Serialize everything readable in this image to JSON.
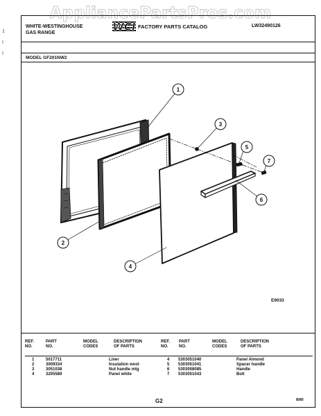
{
  "watermark": "AppliancePartsPros.com",
  "header": {
    "brand_line1": "WHITE-WESTINGHOUSE",
    "brand_line2": "GAS RANGE",
    "catalog_title": "FACTORY PARTS CATALOG",
    "catalog_number": "LW32490126",
    "logo_text": "WCI"
  },
  "model_label": "MODEL GF201NW2",
  "figure_code": "E9033",
  "callouts": [
    "1",
    "2",
    "3",
    "4",
    "5",
    "6",
    "7"
  ],
  "table": {
    "headers": {
      "ref_no": "REF. NO.",
      "part_no": "PART NO.",
      "model_codes": "MODEL CODES",
      "description": "DESCRIPTION OF PARTS"
    },
    "left": [
      {
        "ref": "1",
        "part": "5017711",
        "desc": "Liner"
      },
      {
        "ref": "2",
        "part": "3009334",
        "desc": "Insulation wool"
      },
      {
        "ref": "3",
        "part": "3051038",
        "desc": "Nut handle mtg"
      },
      {
        "ref": "4",
        "part": "3205589",
        "desc": "Panel white"
      }
    ],
    "right": [
      {
        "ref": "4",
        "part": "5303051040",
        "desc": "Panel Almond"
      },
      {
        "ref": "5",
        "part": "5303051041",
        "desc": "Spacer handle"
      },
      {
        "ref": "6",
        "part": "5303008085",
        "desc": "Handle"
      },
      {
        "ref": "7",
        "part": "5303051043",
        "desc": "Bolt"
      }
    ]
  },
  "page_number": "G2",
  "date_code": "8/80",
  "edge_marks": [
    "1",
    "I",
    "I"
  ]
}
